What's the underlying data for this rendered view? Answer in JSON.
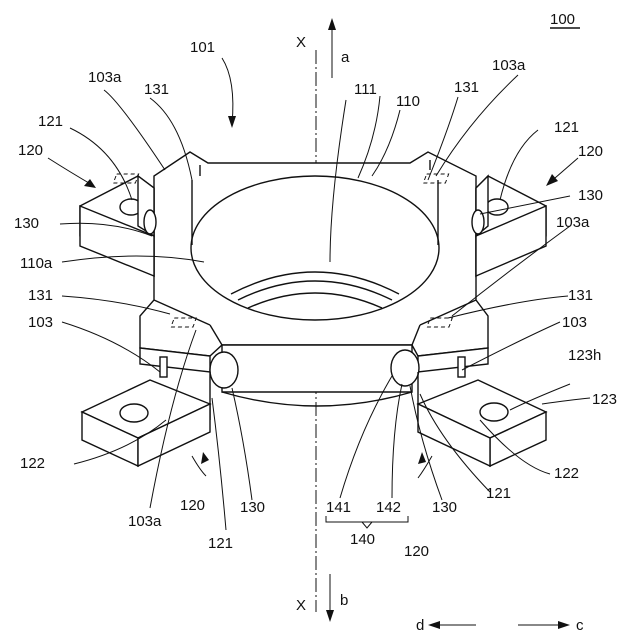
{
  "figure_number": "100",
  "axis_label_top": "X",
  "axis_label_bottom": "X",
  "dir_up": "a",
  "dir_down": "b",
  "dir_left": "d",
  "dir_right": "c",
  "labels": {
    "assembly": "101",
    "ring": "110",
    "ring_inner": "110a",
    "bore": "111",
    "hole_top_left": "103a",
    "hole_top_right": "103a",
    "hole_right_mid": "103a",
    "hole_bottom_left": "103a",
    "mark_131_tl": "131",
    "mark_131_tr": "131",
    "mark_131_ml": "131",
    "mark_131_mr": "131",
    "tab_121_tl": "121",
    "tab_121_tr": "121",
    "tab_121_bl": "121",
    "tab_121_br": "121",
    "foot_120_tl": "120",
    "foot_120_tr": "120",
    "foot_120_bl": "120",
    "foot_120_br": "120",
    "wall_130_tl": "130",
    "wall_130_tr": "130",
    "wall_130_bl": "130",
    "wall_130_br": "130",
    "slot_103_l": "103",
    "slot_103_r": "103",
    "hole_123h": "123h",
    "plate_123": "123",
    "plate_122_l": "122",
    "plate_122_r": "122",
    "part_141": "141",
    "part_142": "142",
    "group_140": "140"
  }
}
